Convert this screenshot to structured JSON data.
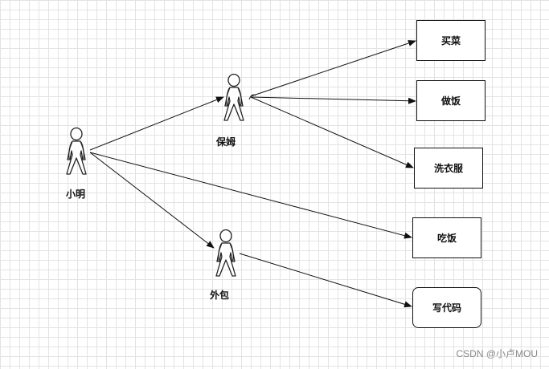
{
  "diagram": {
    "actors": {
      "xiaoming": "小明",
      "nanny": "保姆",
      "outsourcer": "外包"
    },
    "tasks": {
      "buy_groceries": "买菜",
      "cook": "做饭",
      "laundry": "洗衣服",
      "eat": "吃饭",
      "write_code": "写代码"
    }
  },
  "watermark": "CSDN @小卢MOU"
}
